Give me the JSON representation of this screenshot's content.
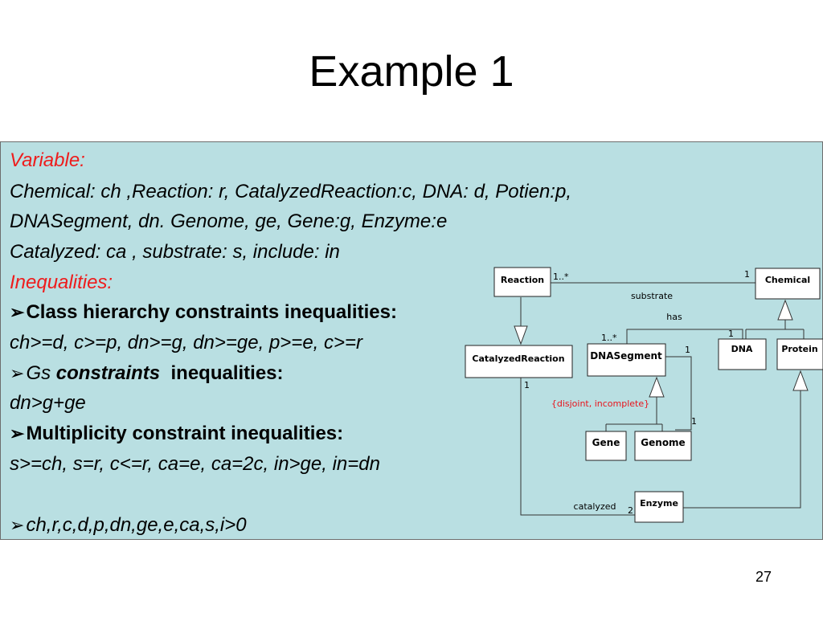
{
  "slide": {
    "title": "Example 1",
    "page_number": "27"
  },
  "text": {
    "variable_heading": "Variable:",
    "line1": "Chemical: ch ,Reaction: r, CatalyzedReaction:c, DNA: d, Potien:p,",
    "line2": "DNASegment, dn. Genome, ge, Gene:g, Enzyme:e",
    "line3": "Catalyzed: ca , substrate: s, include: in",
    "inequalities_heading": "Inequalities:",
    "class_hierarchy_heading": "Class hierarchy  constraints inequalities:",
    "class_hierarchy_values": "ch>=d, c>=p, dn>=g, dn>=ge, p>=e, c>=r",
    "gs_prefix": "Gs ",
    "gs_constraints": "constraints",
    "gs_inequalities": "  inequalities:",
    "gs_values": "dn>g+ge",
    "multiplicity_heading": "Multiplicity constraint  inequalities:",
    "multiplicity_values": "s>=ch, s=r, c<=r, ca=e, ca=2c, in>ge, in=dn",
    "final_line": "ch,r,c,d,p,dn,ge,e,ca,s,i>0",
    "bullet_glyph": "➢"
  },
  "diagram": {
    "classes": {
      "reaction": "Reaction",
      "chemical": "Chemical",
      "catalyzed_reaction": "CatalyzedReaction",
      "dna_segment": "DNASegment",
      "dna": "DNA",
      "protein": "Protein",
      "gene": "Gene",
      "genome": "Genome",
      "enzyme": "Enzyme"
    },
    "associations": {
      "substrate": "substrate",
      "has": "has",
      "catalyzed": "catalyzed"
    },
    "multiplicities": {
      "reaction_substrate": "1..*",
      "chemical_substrate": "1",
      "dnasegment_has": "1..*",
      "dna_has": "1",
      "dnasegment_right": "1",
      "genome_include": "1",
      "catalyzed_reaction_end": "1",
      "enzyme_end": "2"
    },
    "constraint_note": "{disjoint, incomplete}",
    "colors": {
      "constraint_note": "#e8141c",
      "panel_bg": "#b9dfe2",
      "heading_red": "#ee1c1c"
    }
  }
}
